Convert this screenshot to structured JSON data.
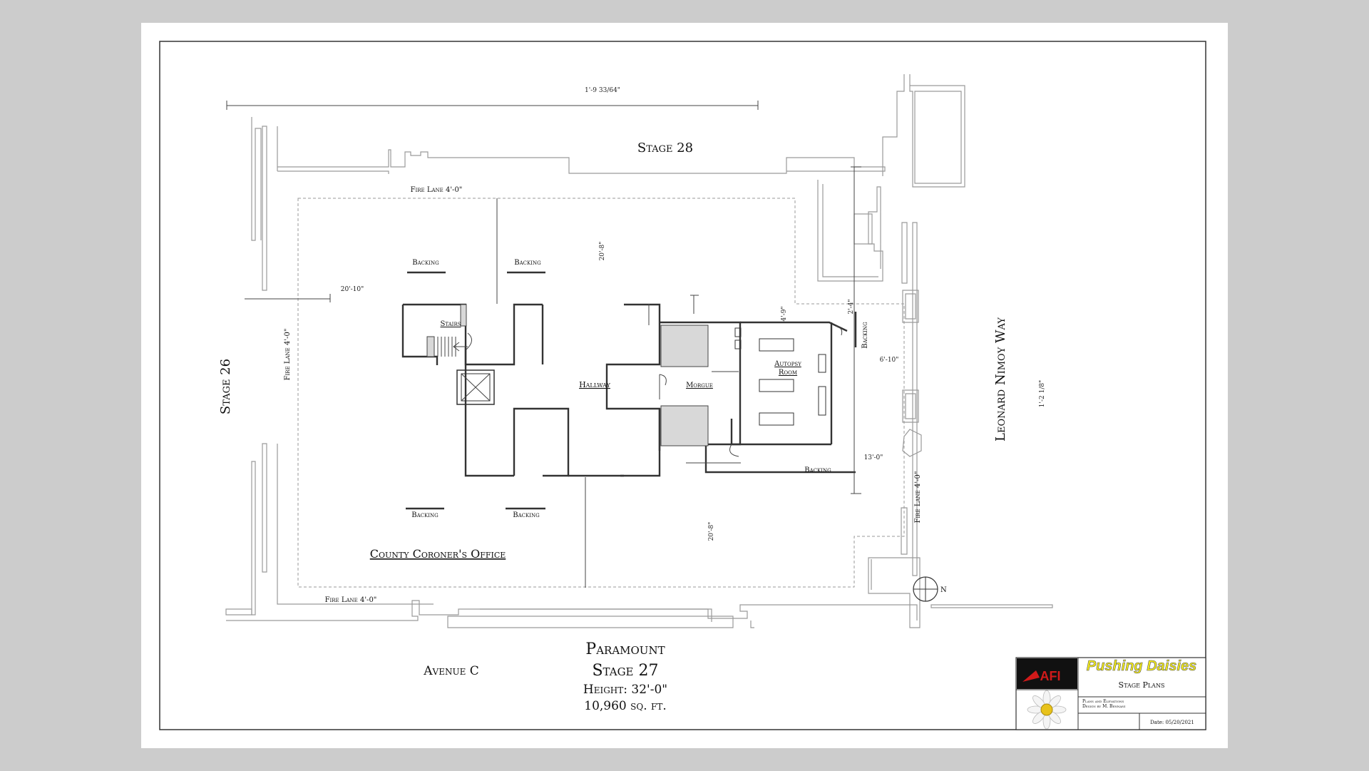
{
  "labels": {
    "stage_28": "Stage 28",
    "stage_26": "Stage 26",
    "leonard_nimoy_way": "Leonard Nimoy Way",
    "avenue_c": "Avenue C",
    "fire_lane_top": "Fire Lane 4'-0\"",
    "fire_lane_left": "Fire Lane 4'-0\"",
    "fire_lane_right": "Fire Lane 4'-0\"",
    "fire_lane_bottom": "Fire Lane 4'-0\"",
    "backing_top_left": "Backing",
    "backing_top_right": "Backing",
    "backing_bottom_left": "Backing",
    "backing_bottom_right": "Backing",
    "backing_right_vertical": "Backing",
    "backing_lower_right": "Backing",
    "stairs": "Stairs",
    "hallway": "Hallway",
    "morgue": "Morgue",
    "autopsy_room_line1": "Autopsy",
    "autopsy_room_line2": "Room",
    "county_coroners_office": "County Coroner's Office",
    "north": "N"
  },
  "dimensions": {
    "top_overall": "1'-9 33/64\"",
    "right_overall": "1'-2 1/8\"",
    "left_offset": "20'-10\"",
    "top_center_vertical": "20'-8\"",
    "bottom_center_vertical": "20'-8\"",
    "autopsy_top": "4'-9\"",
    "backing_top_small": "2'-4\"",
    "right_offset": "6'-10\"",
    "lower_right_offset": "13'-0\""
  },
  "stage_info": {
    "studio": "Paramount",
    "stage": "Stage 27",
    "height": "Height: 32'-0\"",
    "area": "10,960 sq. ft."
  },
  "title_block": {
    "logo_text": "AFI",
    "show_title": "Pushing Daisies",
    "drawing_title": "Stage Plans",
    "note_line1": "Plans and Elevations",
    "note_line2": "Design by M. Bennani",
    "date": "Date: 05/20/2021"
  },
  "colors": {
    "background": "#cccccc",
    "sheet": "#ffffff",
    "logo_red": "#d11a1a",
    "title_yellow": "#f2ea1a",
    "fill_gray": "#d8d8d8"
  }
}
